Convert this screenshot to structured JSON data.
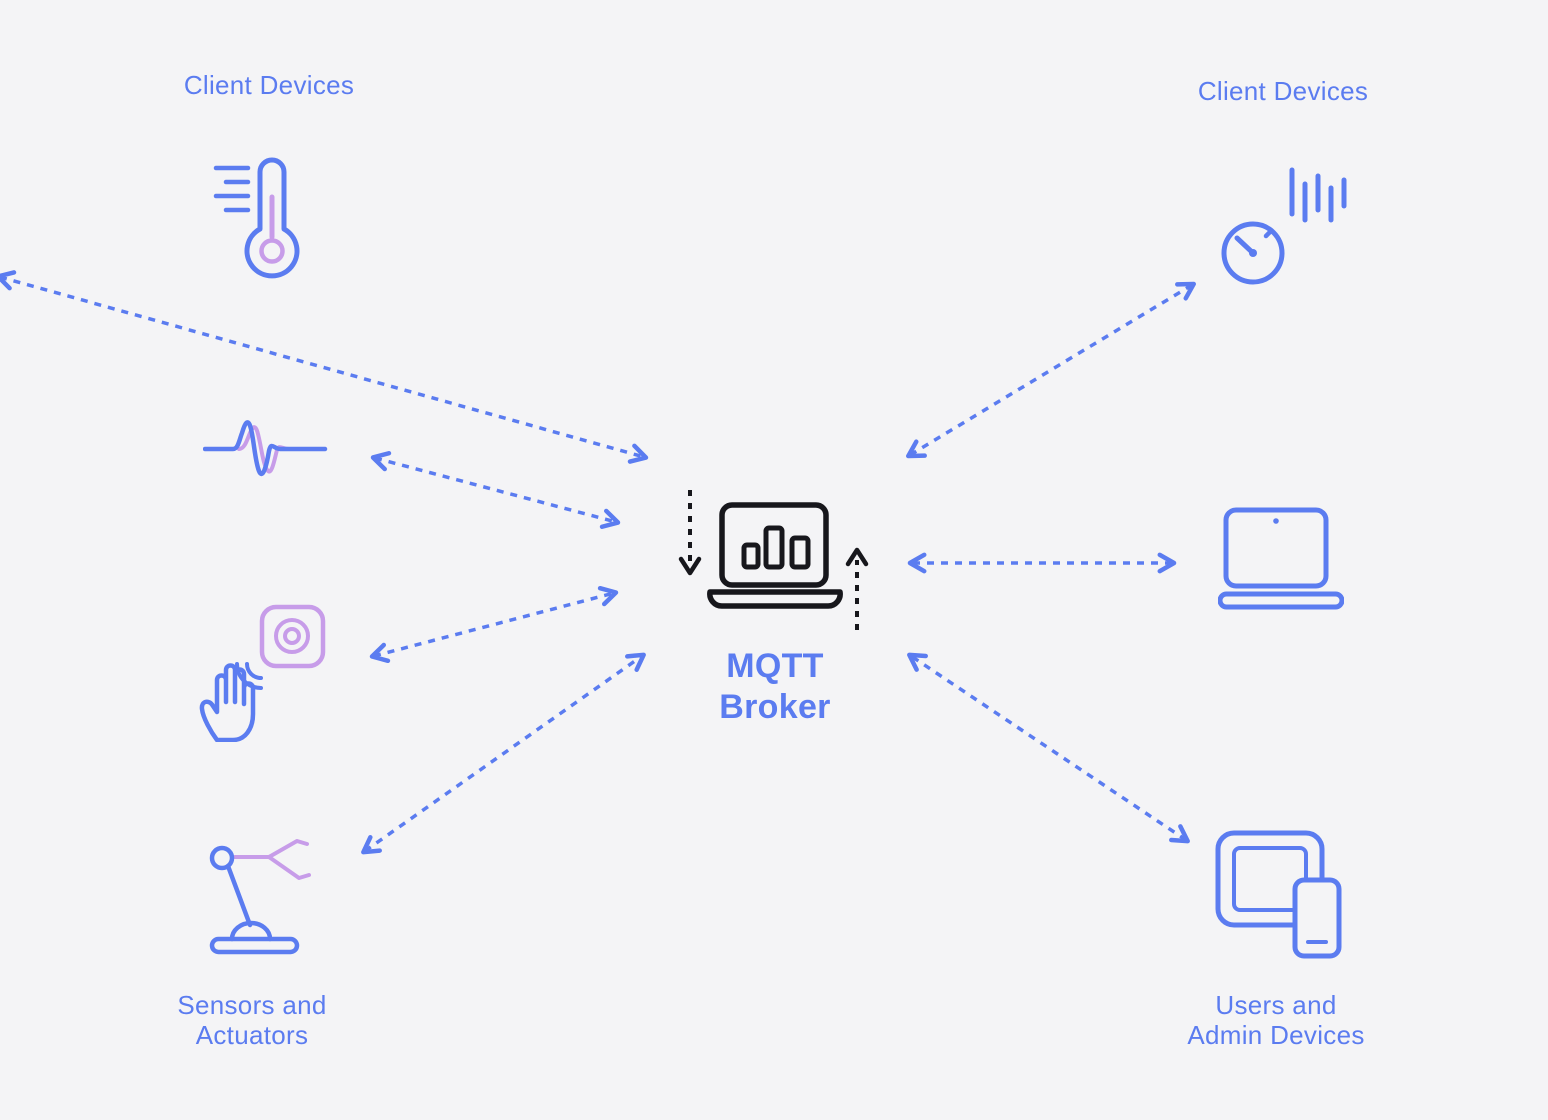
{
  "colors": {
    "background": "#f4f4f6",
    "accent_blue": "#5b7cf0",
    "accent_purple": "#c79ce9",
    "icon_black": "#17171c"
  },
  "labels": {
    "client_devices_left": "Client Devices",
    "client_devices_right": "Client Devices",
    "sensors_actuators": {
      "line1": "Sensors and",
      "line2": "Actuators"
    },
    "users_admin": {
      "line1": "Users and",
      "line2": "Admin Devices"
    }
  },
  "broker": {
    "icon": "broker-server-chart-icon",
    "label": {
      "line1": "MQTT",
      "line2": "Broker"
    },
    "inbound_arrow_icon": "dashed-down-arrow-icon",
    "outbound_arrow_icon": "dashed-up-arrow-icon"
  },
  "devices": [
    {
      "id": "thermometer",
      "icon": "thermometer-icon",
      "side": "left"
    },
    {
      "id": "waveform",
      "icon": "waveform-signal-icon",
      "side": "left"
    },
    {
      "id": "hand_sensor",
      "icon": "hand-proximity-sensor-icon",
      "side": "left"
    },
    {
      "id": "lever_actuator",
      "icon": "lever-actuator-icon",
      "side": "left"
    },
    {
      "id": "gauge",
      "icon": "gauge-meter-icon",
      "side": "right"
    },
    {
      "id": "laptop",
      "icon": "laptop-icon",
      "side": "right"
    },
    {
      "id": "tablet_phone",
      "icon": "tablet-and-phone-icon",
      "side": "right"
    }
  ],
  "connections": [
    {
      "from": "thermometer",
      "to": "broker",
      "bidirectional": true,
      "style": "dashed"
    },
    {
      "from": "waveform",
      "to": "broker",
      "bidirectional": true,
      "style": "dashed"
    },
    {
      "from": "hand_sensor",
      "to": "broker",
      "bidirectional": true,
      "style": "dashed"
    },
    {
      "from": "lever_actuator",
      "to": "broker",
      "bidirectional": true,
      "style": "dashed"
    },
    {
      "from": "gauge",
      "to": "broker",
      "bidirectional": true,
      "style": "dashed"
    },
    {
      "from": "laptop",
      "to": "broker",
      "bidirectional": true,
      "style": "dashed"
    },
    {
      "from": "tablet_phone",
      "to": "broker",
      "bidirectional": true,
      "style": "dashed"
    }
  ]
}
